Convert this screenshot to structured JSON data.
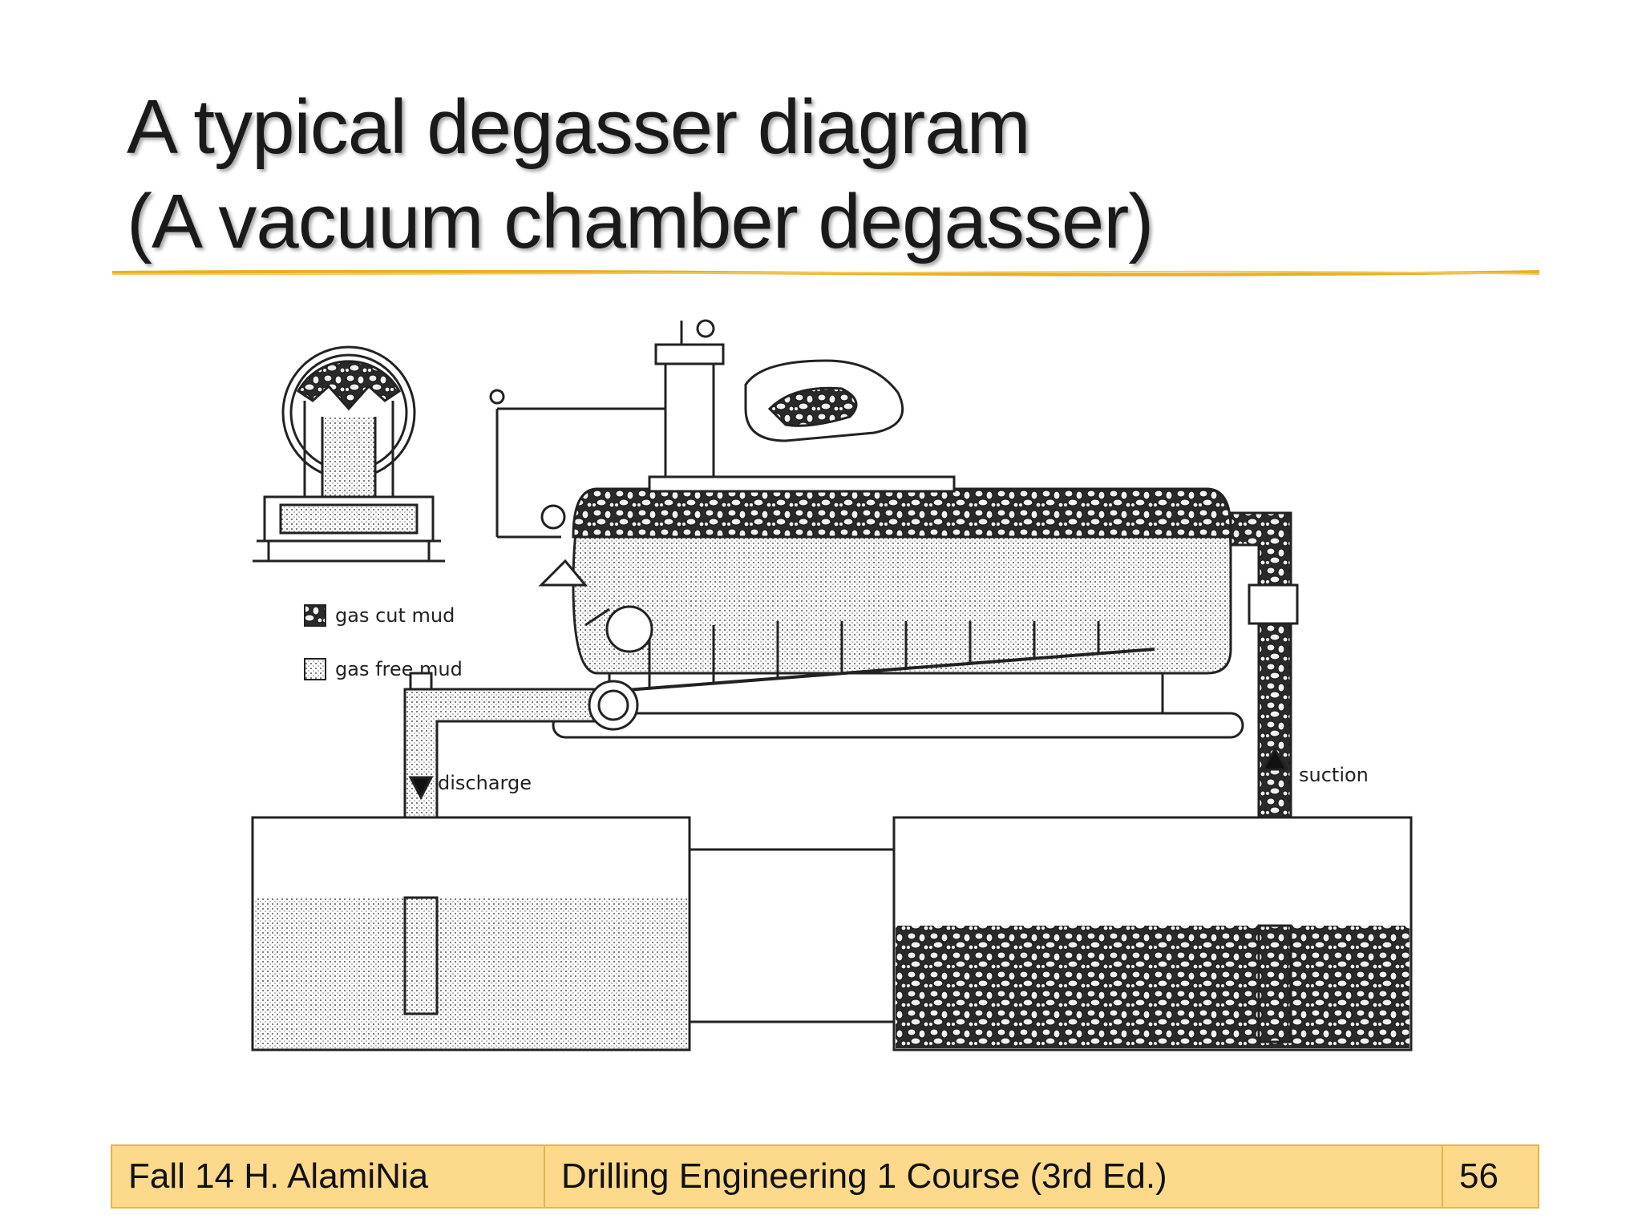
{
  "slide": {
    "title_line1": "A typical degasser diagram",
    "title_line2": "(A vacuum chamber degasser)"
  },
  "diagram": {
    "legend": {
      "gas_cut": "gas cut mud",
      "gas_free": "gas free mud"
    },
    "labels": {
      "discharge": "discharge",
      "suction": "suction"
    }
  },
  "footer": {
    "author": "Fall 14 H. AlamiNia",
    "course": "Drilling Engineering 1 Course (3rd Ed.)",
    "page": "56"
  },
  "colors": {
    "accent": "#e8b020",
    "footer_bg": "#fcd98b"
  }
}
